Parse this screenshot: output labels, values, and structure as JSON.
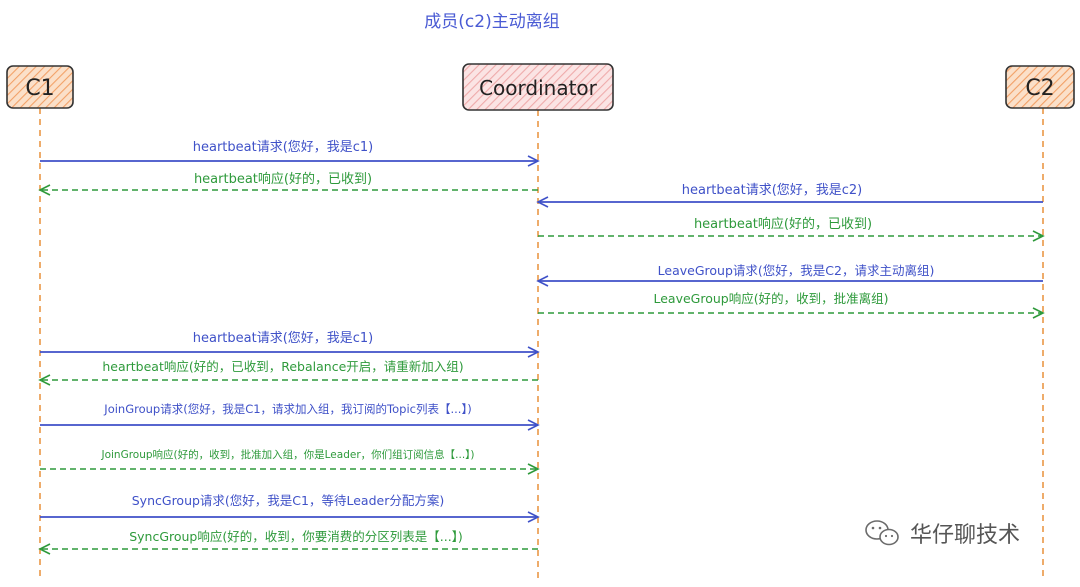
{
  "title": "成员(c2)主动离组",
  "participants": {
    "c1": {
      "label": "C1"
    },
    "coordinator": {
      "label": "Coordinator"
    },
    "c2": {
      "label": "C2"
    }
  },
  "messages": [
    {
      "label": "heartbeat请求(您好，我是c1)",
      "kind": "request",
      "from": "c1",
      "to": "coordinator"
    },
    {
      "label": "heartbeat响应(好的，已收到)",
      "kind": "response",
      "from": "coordinator",
      "to": "c1"
    },
    {
      "label": "heartbeat请求(您好，我是c2)",
      "kind": "request",
      "from": "c2",
      "to": "coordinator"
    },
    {
      "label": "heartbeat响应(好的，已收到)",
      "kind": "response",
      "from": "coordinator",
      "to": "c2"
    },
    {
      "label": "LeaveGroup请求(您好，我是C2，请求主动离组)",
      "kind": "request",
      "from": "c2",
      "to": "coordinator"
    },
    {
      "label": "LeaveGroup响应(好的，收到，批准离组)",
      "kind": "response",
      "from": "coordinator",
      "to": "c2"
    },
    {
      "label": "heartbeat请求(您好，我是c1)",
      "kind": "request",
      "from": "c1",
      "to": "coordinator"
    },
    {
      "label": "heartbeat响应(好的，已收到，Rebalance开启，请重新加入组)",
      "kind": "response",
      "from": "coordinator",
      "to": "c1"
    },
    {
      "label": "JoinGroup请求(您好，我是C1，请求加入组，我订阅的Topic列表【...】)",
      "kind": "request",
      "from": "c1",
      "to": "coordinator"
    },
    {
      "label": "JoinGroup响应(好的，收到，批准加入组，你是Leader，你们组订阅信息【...】)",
      "kind": "response",
      "from": "c1",
      "to": "coordinator"
    },
    {
      "label": "SyncGroup请求(您好，我是C1，等待Leader分配方案)",
      "kind": "request",
      "from": "c1",
      "to": "coordinator"
    },
    {
      "label": "SyncGroup响应(好的，收到，你要消费的分区列表是【...】)",
      "kind": "response",
      "from": "coordinator",
      "to": "c1"
    }
  ],
  "watermark": {
    "text": "华仔聊技术",
    "icon": "wechat-icon"
  },
  "colors": {
    "title": "#4a5bd4",
    "request": "#3f51c8",
    "response": "#2e9a3b",
    "lifeline": "#e8913a",
    "box_fill_orange": "#f7b27a",
    "box_fill_pink": "#f3b9b9",
    "box_stroke": "#333333"
  }
}
